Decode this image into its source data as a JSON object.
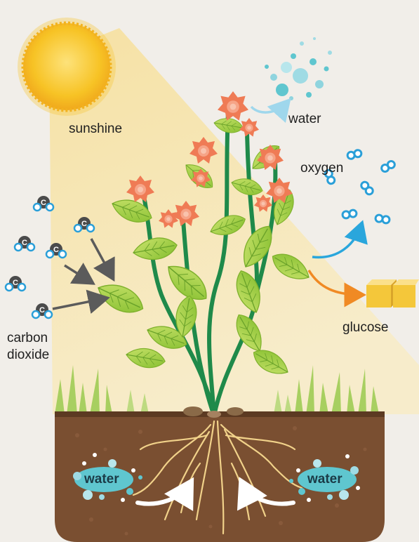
{
  "labels": {
    "sunshine": "sunshine",
    "water_air": "water",
    "oxygen": "oxygen",
    "glucose": "glucose",
    "carbon_dioxide_line1": "carbon",
    "carbon_dioxide_line2": "dioxide",
    "water_soil_left": "water",
    "water_soil_right": "water"
  },
  "molecule_symbols": {
    "carbon": "C"
  },
  "colors": {
    "background": "#f1eee9",
    "sun": "#f7c325",
    "light_beam": "#f6e3a7",
    "soil": "#7a4f31",
    "leaf": "#9bcb3c",
    "stem": "#1f8a4a",
    "flower": "#ef7b55",
    "water": "#5fc6cf",
    "oxygen": "#2a9fd8",
    "glucose": "#f4c73a",
    "roots": "#f1d28a",
    "arrow_grey": "#5b5b5b",
    "arrow_blue": "#2aa6dc",
    "arrow_orange": "#f08a24"
  },
  "icons": [
    "sun-icon",
    "co2-molecule-icon",
    "oxygen-molecule-icon",
    "glucose-cube-icon",
    "water-drops-icon",
    "flower-icon",
    "leaf-icon"
  ]
}
